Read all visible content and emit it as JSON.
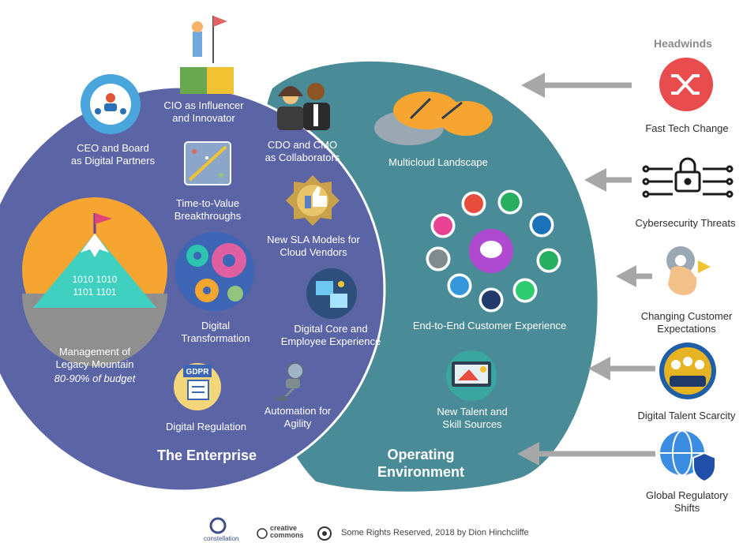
{
  "enterprise": {
    "title": "The Enterprise",
    "items": {
      "ceo_board": "CEO and Board\nas Digital Partners",
      "cio": "CIO as Influencer\nand Innovator",
      "cdo_cmo": "CDO and CMO\nas Collaborators",
      "time_to_value": "Time-to-Value\nBreakthroughs",
      "sla_models": "New SLA Models for\nCloud Vendors",
      "digital_transformation": "Digital\nTransformation",
      "digital_core": "Digital Core and\nEmployee Experience",
      "legacy_mountain": "Management of\nLegacy Mountain",
      "legacy_budget": "80-90% of budget",
      "gdpr_badge": "GDPR",
      "digital_regulation": "Digital Regulation",
      "automation": "Automation for\nAgility",
      "mountain_binary_1": "1010 1010",
      "mountain_binary_2": "1101 1101"
    }
  },
  "operating": {
    "title": "Operating\nEnvironment",
    "items": {
      "multicloud": "Multicloud Landscape",
      "customer_experience": "End-to-End Customer Experience",
      "talent": "New Talent and\nSkill Sources"
    }
  },
  "headwinds": {
    "title": "Headwinds",
    "items": [
      {
        "label": "Fast Tech Change",
        "icon": "shuffle-icon",
        "color": "#e84c4c"
      },
      {
        "label": "Cybersecurity Threats",
        "icon": "circuit-lock-icon",
        "color": "#1a1a1a"
      },
      {
        "label": "Changing Customer\nExpectations",
        "icon": "hand-gear-icon",
        "color": "#f4c08a"
      },
      {
        "label": "Digital Talent Scarcity",
        "icon": "talent-people-icon",
        "color": "#1f5fa8"
      },
      {
        "label": "Global Regulatory\nShifts",
        "icon": "globe-shield-icon",
        "color": "#2f7fe0"
      }
    ]
  },
  "footer": {
    "logo_text": "constellation",
    "cc_text": "creative\ncommons",
    "rights": "Some Rights Reserved, 2018 by Dion Hinchcliffe"
  },
  "colors": {
    "enterprise_circle": "#5b65a6",
    "operating_shape": "#4a8b98",
    "arrow": "#a7a7a7",
    "text_light": "#ffffff"
  }
}
